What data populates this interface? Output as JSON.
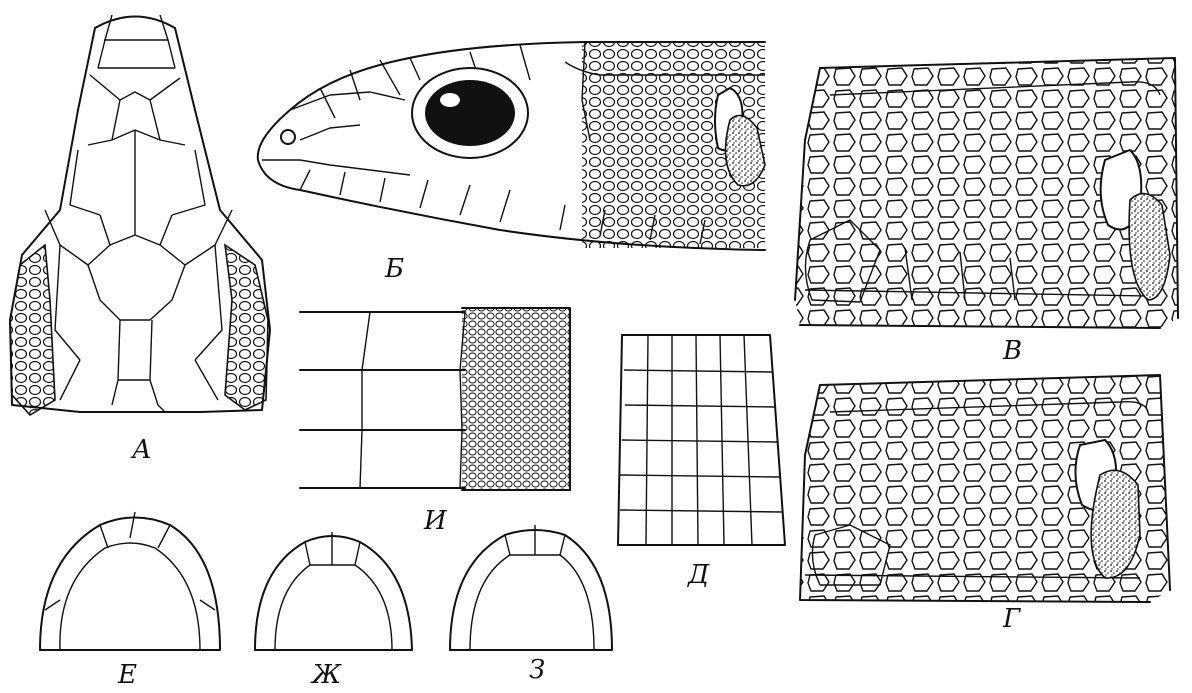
{
  "labels": {
    "A": "А",
    "B": "Б",
    "V": "В",
    "G": "Г",
    "I": "И",
    "D": "Д",
    "E": "Е",
    "Zh": "Ж",
    "Z": "З"
  }
}
